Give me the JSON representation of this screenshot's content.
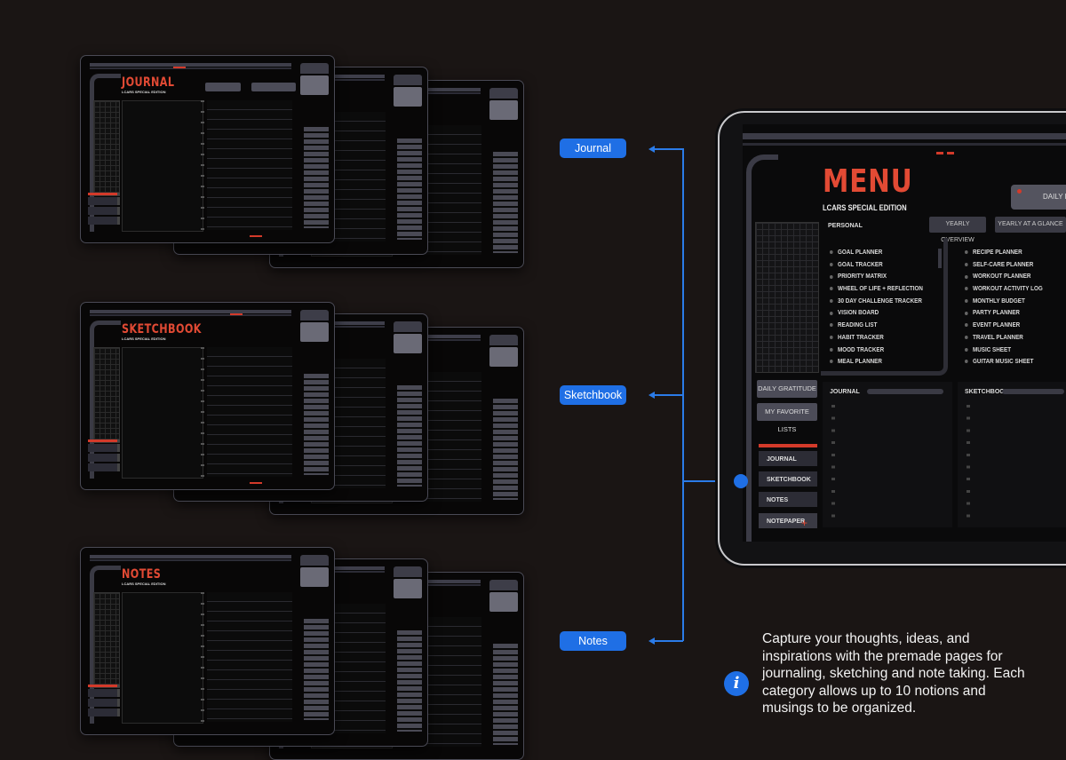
{
  "labels": {
    "journal": "Journal",
    "sketchbook": "Sketchbook",
    "notes": "Notes"
  },
  "mockups": {
    "journal_title": "JOURNAL",
    "sketchbook_title": "SKETCHBOOK",
    "notes_title": "NOTES",
    "subtitle": "LCARS SPECIAL EDITION"
  },
  "tablet": {
    "title": "MENU",
    "subtitle": "LCARS SPECIAL EDITION",
    "daily_button": "DAILY PL",
    "pill_1": "YEARLY OVERVIEW",
    "pill_2": "YEARLY AT A GLANCE",
    "personal_header": "PERSONAL",
    "personal_left": [
      "GOAL PLANNER",
      "GOAL TRACKER",
      "PRIORITY MATRIX",
      "WHEEL OF LIFE + REFLECTION",
      "30 DAY CHALLENGE TRACKER",
      "VISION BOARD",
      "READING LIST",
      "HABIT TRACKER",
      "MOOD TRACKER",
      "MEAL PLANNER"
    ],
    "personal_right": [
      "RECIPE PLANNER",
      "SELF-CARE PLANNER",
      "WORKOUT PLANNER",
      "WORKOUT ACTIVITY LOG",
      "MONTHLY BUDGET",
      "PARTY PLANNER",
      "EVENT PLANNER",
      "TRAVEL PLANNER",
      "MUSIC SHEET",
      "GUITAR MUSIC SHEET"
    ],
    "daily_gratitude": "DAILY GRATITUDE",
    "favorite_lists": "MY FAVORITE LISTS",
    "journal_section": "JOURNAL",
    "sketchbook_section": "SKETCHBOOK",
    "nav": [
      "JOURNAL",
      "SKETCHBOOK",
      "NOTES",
      "NOTEPAPER"
    ],
    "nav_plus": "+"
  },
  "description": "Capture your thoughts, ideas, and inspirations with the premade pages for journaling, sketching and note taking. Each category allows up to 10 notions and musings to be organized.",
  "info_icon_glyph": "i",
  "colors": {
    "accent_blue": "#1f6fe5",
    "lcars_red": "#e24a34",
    "background": "#1a1514"
  }
}
